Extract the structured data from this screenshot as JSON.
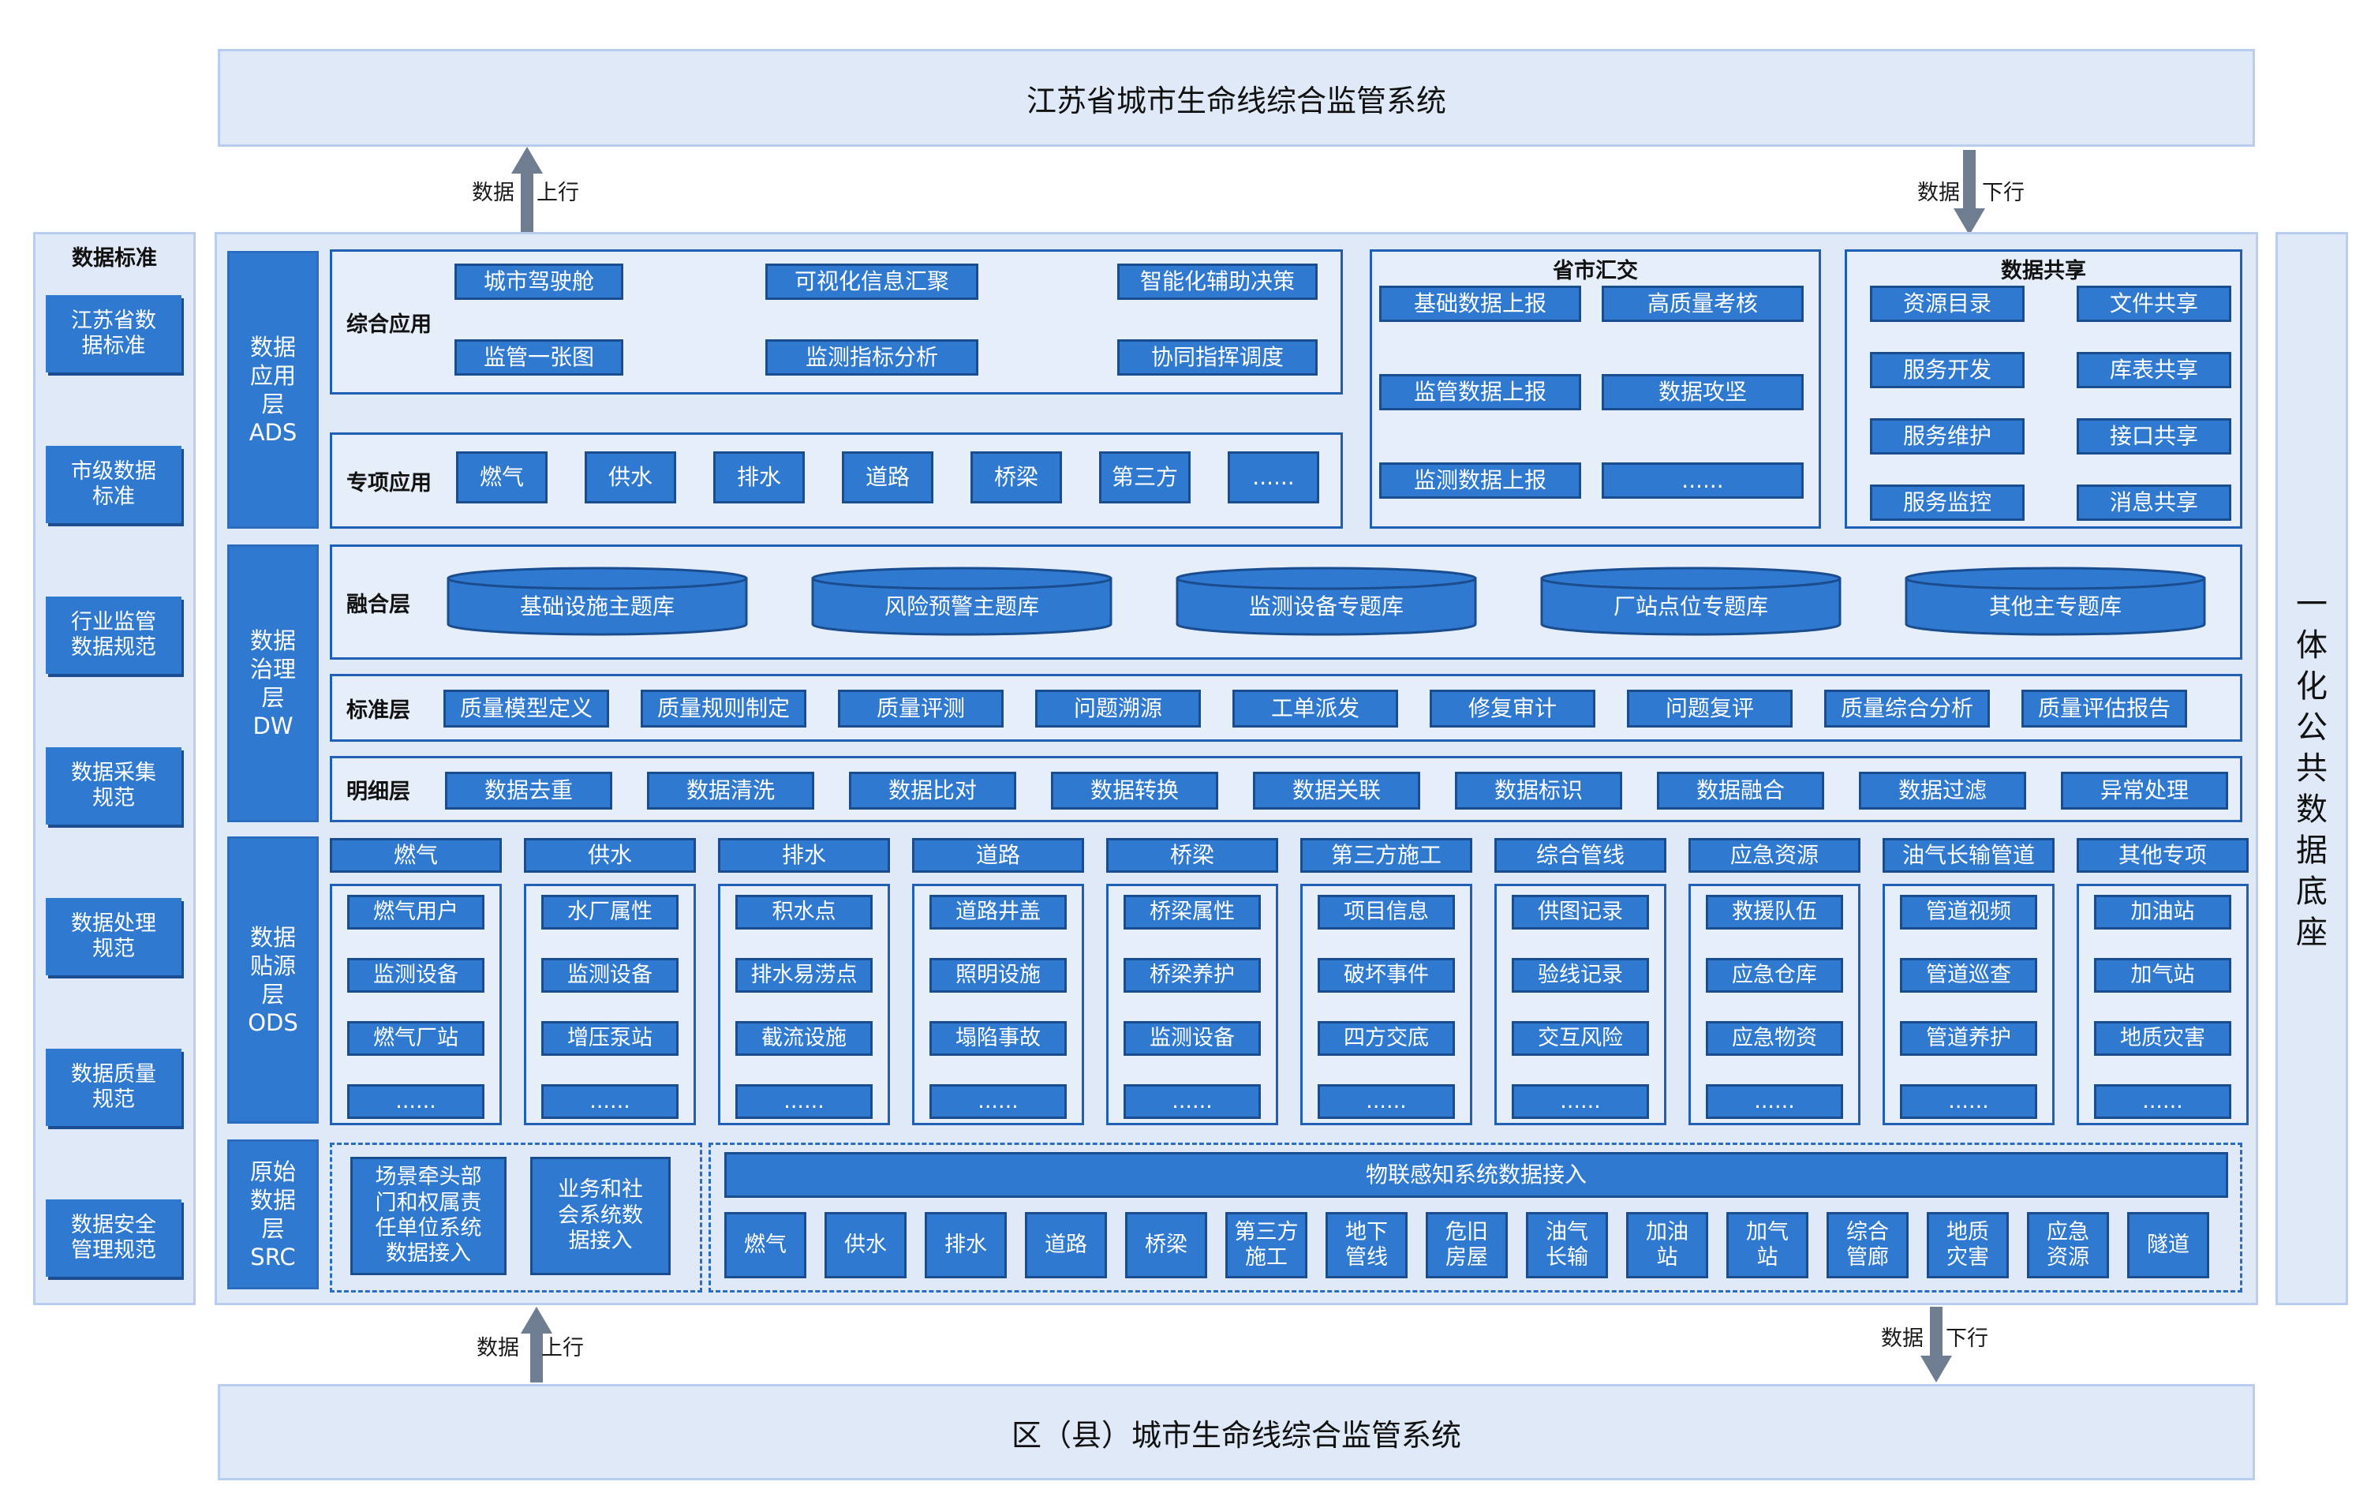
{
  "top_title": "江苏省城市生命线综合监管系统",
  "bottom_title": "区（县）城市生命线综合监管系统",
  "arrows": {
    "up_top": {
      "word1": "数据",
      "word2": "上行"
    },
    "down_top": {
      "word1": "数据",
      "word2": "下行"
    },
    "up_bot": {
      "word1": "数据",
      "word2": "上行"
    },
    "down_bot": {
      "word1": "数据",
      "word2": "下行"
    }
  },
  "standards": {
    "title": "数据标准",
    "items": [
      "江苏省数\n据标准",
      "市级数据\n标准",
      "行业监管\n数据规范",
      "数据采集\n规范",
      "数据处理\n规范",
      "数据质量\n规范",
      "数据安全\n管理规范"
    ]
  },
  "right_panel": "一\n体\n化\n公\n共\n数\n据\n底\n座",
  "layers": {
    "ads": "数据\n应用\n层\nADS",
    "dw": "数据\n治理\n层\nDW",
    "ods": "数据\n贴源\n层\nODS",
    "src": "原始\n数据\n层\nSRC"
  },
  "comp_app": {
    "label": "综合应用",
    "items": [
      "城市驾驶舱",
      "可视化信息汇聚",
      "智能化辅助决策",
      "监管一张图",
      "监测指标分析",
      "协同指挥调度"
    ]
  },
  "special_app": {
    "label": "专项应用",
    "items": [
      "燃气",
      "供水",
      "排水",
      "道路",
      "桥梁",
      "第三方",
      "......"
    ]
  },
  "province": {
    "title": "省市汇交",
    "items": [
      "基础数据上报",
      "高质量考核",
      "监管数据上报",
      "数据攻坚",
      "监测数据上报",
      "......"
    ]
  },
  "share": {
    "title": "数据共享",
    "items": [
      "资源目录",
      "文件共享",
      "服务开发",
      "库表共享",
      "服务维护",
      "接口共享",
      "服务监控",
      "消息共享"
    ]
  },
  "fusion": {
    "label": "融合层",
    "items": [
      "基础设施主题库",
      "风险预警主题库",
      "监测设备专题库",
      "厂站点位专题库",
      "其他主专题库"
    ]
  },
  "standard_layer": {
    "label": "标准层",
    "items": [
      "质量模型定义",
      "质量规则制定",
      "质量评测",
      "问题溯源",
      "工单派发",
      "修复审计",
      "问题复评",
      "质量综合分析",
      "质量评估报告"
    ]
  },
  "detail_layer": {
    "label": "明细层",
    "items": [
      "数据去重",
      "数据清洗",
      "数据比对",
      "数据转换",
      "数据关联",
      "数据标识",
      "数据融合",
      "数据过滤",
      "异常处理"
    ]
  },
  "ods_cols": [
    {
      "head": "燃气",
      "items": [
        "燃气用户",
        "监测设备",
        "燃气厂站",
        "......"
      ]
    },
    {
      "head": "供水",
      "items": [
        "水厂属性",
        "监测设备",
        "增压泵站",
        "......"
      ]
    },
    {
      "head": "排水",
      "items": [
        "积水点",
        "排水易涝点",
        "截流设施",
        "......"
      ]
    },
    {
      "head": "道路",
      "items": [
        "道路井盖",
        "照明设施",
        "塌陷事故",
        "......"
      ]
    },
    {
      "head": "桥梁",
      "items": [
        "桥梁属性",
        "桥梁养护",
        "监测设备",
        "......"
      ]
    },
    {
      "head": "第三方施工",
      "items": [
        "项目信息",
        "破坏事件",
        "四方交底",
        "......"
      ]
    },
    {
      "head": "综合管线",
      "items": [
        "供图记录",
        "验线记录",
        "交互风险",
        "......"
      ]
    },
    {
      "head": "应急资源",
      "items": [
        "救援队伍",
        "应急仓库",
        "应急物资",
        "......"
      ]
    },
    {
      "head": "油气长输管道",
      "items": [
        "管道视频",
        "管道巡查",
        "管道养护",
        "......"
      ]
    },
    {
      "head": "其他专项",
      "items": [
        "加油站",
        "加气站",
        "地质灾害",
        "......"
      ]
    }
  ],
  "src": {
    "left": [
      "场景牵头部\n门和权属责\n任单位系统\n数据接入",
      "业务和社\n会系统数\n据接入"
    ],
    "iot": "物联感知系统数据接入",
    "iot_items": [
      "燃气",
      "供水",
      "排水",
      "道路",
      "桥梁",
      "第三方\n施工",
      "地下\n管线",
      "危旧\n房屋",
      "油气\n长输",
      "加油\n站",
      "加气\n站",
      "综合\n管廊",
      "地质\n灾害",
      "应急\n资源",
      "隧道"
    ]
  },
  "colors": {
    "primary": "#2f7ad0",
    "border": "#1f5fb4",
    "pale": "#dfe9f7",
    "arrow": "#6e7d8f"
  }
}
